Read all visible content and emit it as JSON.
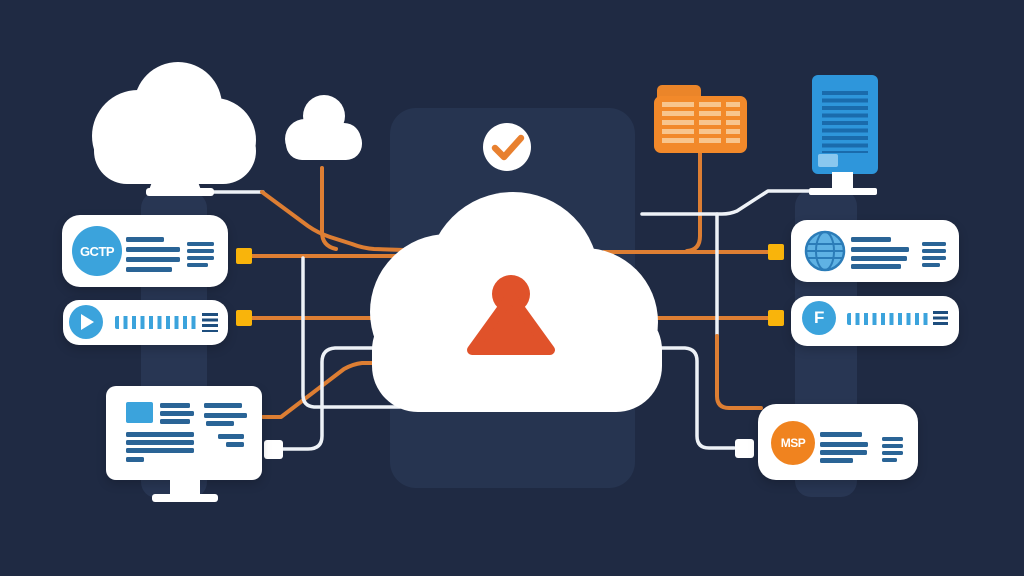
{
  "illustration": {
    "theme": "cloud-security-network-diagram",
    "center": {
      "icons": [
        "check-icon",
        "cloud-keyhole-icon"
      ]
    },
    "top_icons": [
      "big-cloud-icon",
      "small-cloud-icon",
      "folder-icon",
      "server-icon"
    ]
  },
  "badges": {
    "gcp": "GCTP",
    "f": "F",
    "msp": "MSP"
  },
  "cards": {
    "left": [
      {
        "id": "gcp-card",
        "icon": "gcp-badge-icon",
        "badge": "GCTP"
      },
      {
        "id": "play-card",
        "icon": "play-icon"
      },
      {
        "id": "monitor-card",
        "icon": "monitor-icon"
      }
    ],
    "right": [
      {
        "id": "globe-card",
        "icon": "globe-icon"
      },
      {
        "id": "f-card",
        "icon": "f-badge-icon",
        "badge": "F"
      },
      {
        "id": "msp-card",
        "icon": "msp-badge-icon",
        "badge": "MSP"
      }
    ]
  },
  "colors": {
    "background": "#1F2A43",
    "panel": "#263450",
    "pillar": "#283653",
    "line_orange": "#DD7E33",
    "node_yellow": "#F9B40B",
    "line_white": "#EEF2F7",
    "icon_blue": "#3BA3DC",
    "text_line_blue": "#2A6496",
    "hamburger_blue": "#1E4E7E",
    "keyhole_orange": "#E0522A",
    "check_orange": "#E8802F",
    "folder_orange": "#F2892A",
    "folder_row": "#F8C58D",
    "server_blue": "#2E96DB",
    "server_line": "#1A6BAC",
    "server_chip": "#8AC8EF",
    "msp_orange": "#F0831F"
  }
}
